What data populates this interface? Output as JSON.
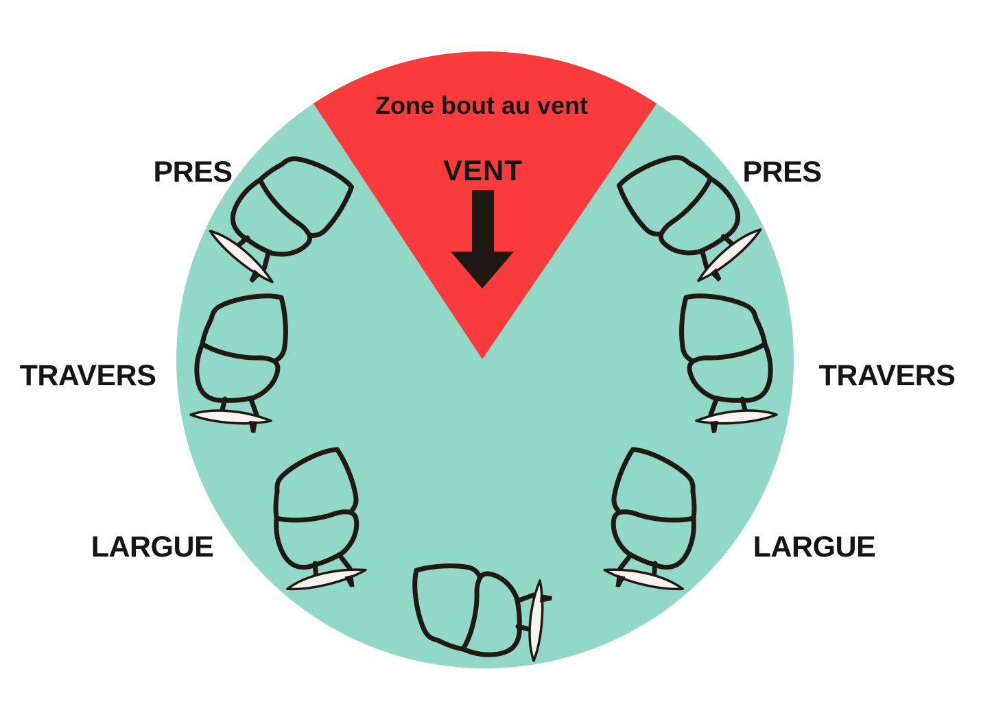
{
  "diagram": {
    "zone_label": "Zone bout au vent",
    "wind_label": "VENT",
    "side_labels": {
      "pres_left": "PRES",
      "pres_right": "PRES",
      "travers_left": "TRAVERS",
      "travers_right": "TRAVERS",
      "largue_left": "LARGUE",
      "largue_right": "LARGUE"
    },
    "icons": {
      "wind_arrow": "down-arrow",
      "rider": "wing-foil-board"
    }
  },
  "colors": {
    "circle-teal": "#92D8C7",
    "zone-red": "#F93B3B",
    "ink": "#151515",
    "illustration-stroke": "#201812",
    "board-fill": "#F7F4EF"
  }
}
